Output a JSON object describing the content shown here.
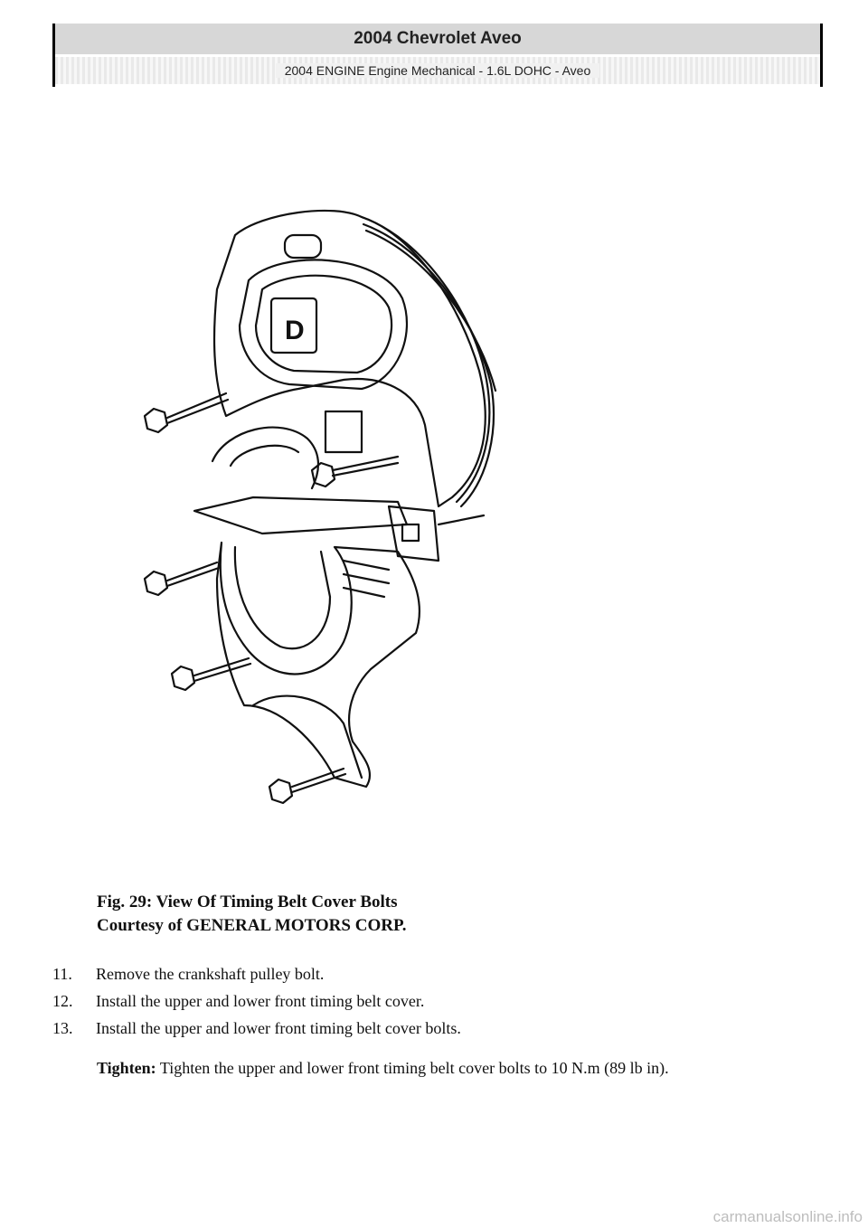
{
  "header": {
    "title": "2004 Chevrolet Aveo",
    "subtitle": "2004 ENGINE Engine Mechanical - 1.6L DOHC - Aveo"
  },
  "figure": {
    "icon": "timing-belt-cover-illustration",
    "label_letter": "D"
  },
  "caption": {
    "line1": "Fig. 29: View Of Timing Belt Cover Bolts",
    "line2": "Courtesy of GENERAL MOTORS CORP."
  },
  "steps": [
    {
      "num": "11.",
      "text": "Remove the crankshaft pulley bolt."
    },
    {
      "num": "12.",
      "text": "Install the upper and lower front timing belt cover."
    },
    {
      "num": "13.",
      "text": "Install the upper and lower front timing belt cover bolts."
    }
  ],
  "tighten": {
    "label": "Tighten:",
    "text": "Tighten the upper and lower front timing belt cover bolts to 10 N.m (89 lb in)."
  },
  "watermark": "carmanualsonline.info"
}
